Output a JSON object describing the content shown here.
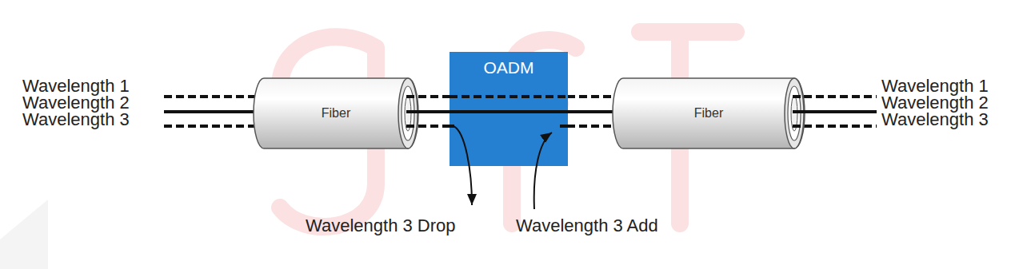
{
  "diagram": {
    "nodes": [
      {
        "text": [
          "Fiber"
        ]
      },
      {
        "text": [
          "OADM"
        ]
      },
      {
        "text": [
          "Fiber"
        ]
      }
    ],
    "edges": [
      {
        "from": 0,
        "to": 1,
        "arrow": "none"
      },
      {
        "from": 1,
        "to": 2,
        "arrow": "none"
      }
    ],
    "labels": [
      "Wavelength 1",
      "Wavelength 2",
      "Wavelength 3",
      "Wavelength 1",
      "Wavelength 2",
      "Wavelength 3",
      "Wavelength 3 Drop",
      "Wavelength 3 Add"
    ]
  }
}
